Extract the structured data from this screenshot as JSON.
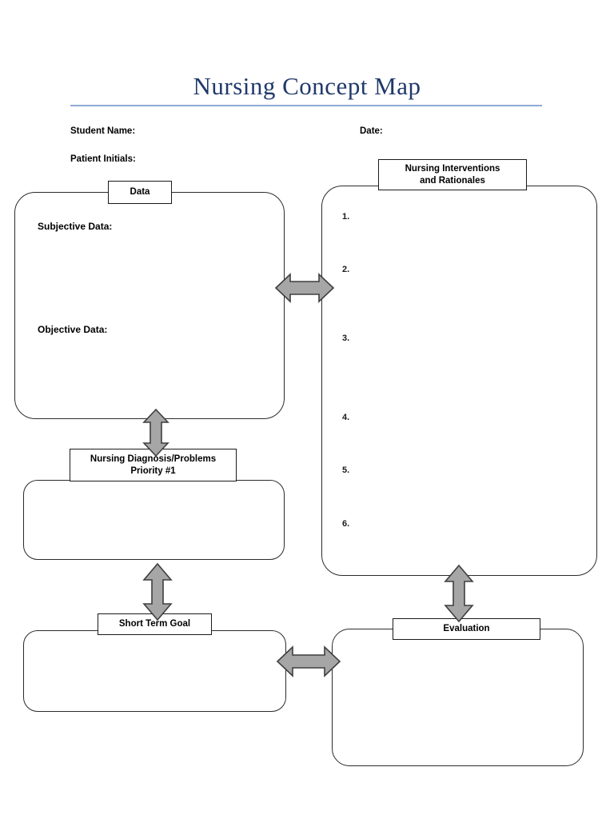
{
  "document": {
    "title": "Nursing Concept Map",
    "title_color": "#20396B",
    "rule_color": "#90A9D3",
    "arrow_fill": "#A6A6A6",
    "arrow_stroke": "#3F3F3F"
  },
  "header_fields": {
    "student_name_label": "Student Name:",
    "date_label": "Date:",
    "patient_initials_label": "Patient Initials:"
  },
  "boxes": {
    "data": {
      "plate_label": "Data",
      "subjective_label": "Subjective Data:",
      "objective_label": "Objective Data:"
    },
    "interventions": {
      "plate_line1": "Nursing Interventions",
      "plate_line2": "and Rationales",
      "numbers": [
        "1.",
        "2.",
        "3.",
        "4.",
        "5.",
        "6."
      ]
    },
    "diagnosis": {
      "plate_line1": "Nursing Diagnosis/Problems",
      "plate_line2": "Priority #1"
    },
    "goal": {
      "plate_label": "Short Term Goal"
    },
    "evaluation": {
      "plate_label": "Evaluation"
    }
  },
  "arrows": {
    "data_to_interventions": "double-headed-horizontal-arrow",
    "data_to_diagnosis": "double-headed-vertical-arrow",
    "diagnosis_to_goal": "double-headed-vertical-arrow",
    "interventions_to_evaluation": "double-headed-vertical-arrow",
    "goal_to_evaluation": "double-headed-horizontal-arrow"
  }
}
